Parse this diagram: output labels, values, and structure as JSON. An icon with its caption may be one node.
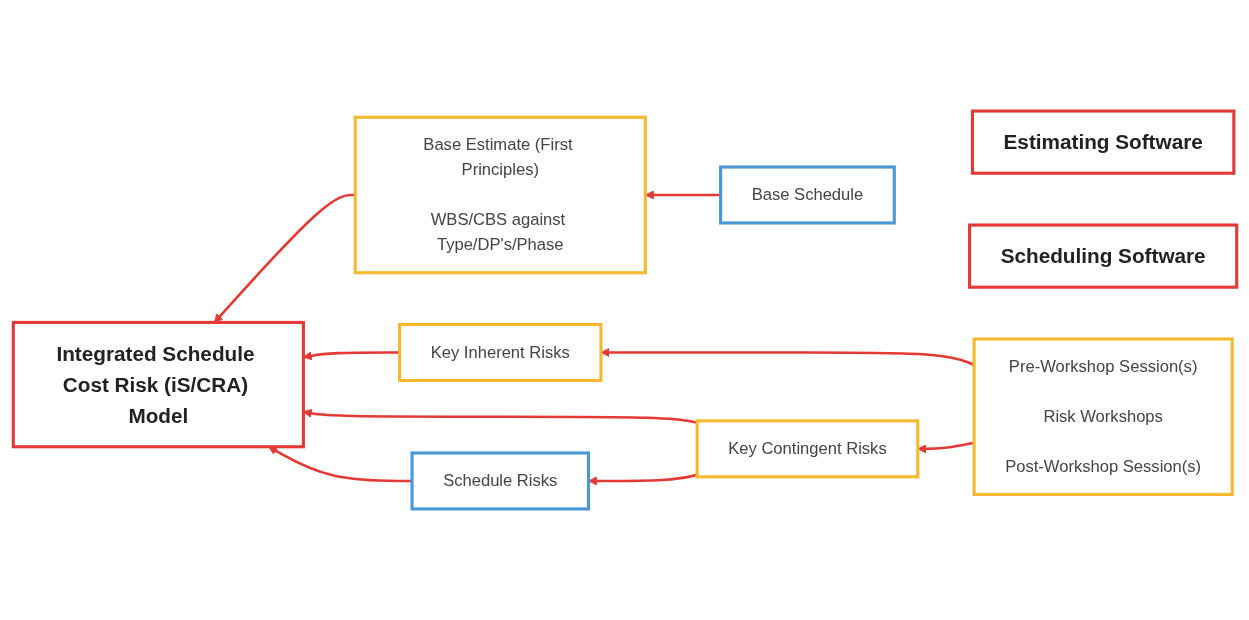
{
  "diagram": {
    "nodes": [
      {
        "text": [
          "Estimating Software"
        ]
      },
      {
        "text": [
          "Base Estimate (First Principles)",
          "WBS/CBS against Type/DP's/Phase"
        ]
      },
      {
        "text": [
          "Base Schedule"
        ]
      },
      {
        "text": [
          "Scheduling Software"
        ]
      },
      {
        "text": [
          "Integrated Schedule Cost Risk (iS/CRA) Model"
        ]
      },
      {
        "text": [
          "Key Inherent Risks"
        ]
      },
      {
        "text": [
          "Key Contingent Risks"
        ]
      },
      {
        "text": [
          "Schedule Risks"
        ]
      },
      {
        "text": [
          "Pre-Workshop Session(s)",
          "Risk Workshops",
          "Post-Workshop Session(s)"
        ]
      }
    ],
    "edges": [
      {
        "from": 2,
        "to": 1,
        "arrow": "to"
      },
      {
        "from": 1,
        "to": 4,
        "arrow": "to"
      },
      {
        "from": 5,
        "to": 4,
        "arrow": "to"
      },
      {
        "from": 6,
        "to": 4,
        "arrow": "to"
      },
      {
        "from": 8,
        "to": 5,
        "arrow": "to"
      },
      {
        "from": 8,
        "to": 6,
        "arrow": "to"
      },
      {
        "from": 6,
        "to": 7,
        "arrow": "to"
      },
      {
        "from": 7,
        "to": 4,
        "arrow": "to"
      }
    ]
  }
}
